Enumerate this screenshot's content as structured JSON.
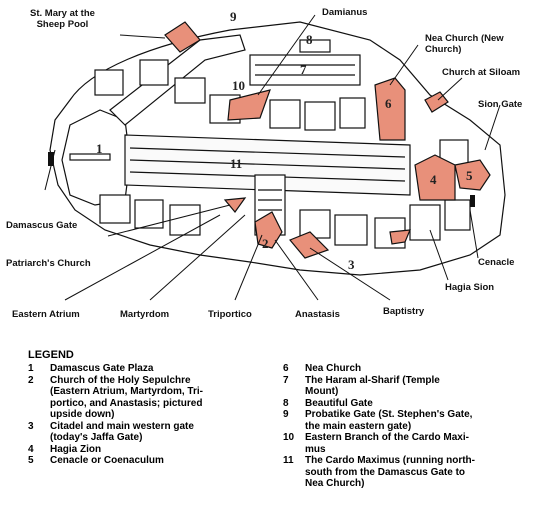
{
  "map_numbers": [
    "1",
    "2",
    "3",
    "4",
    "5",
    "6",
    "7",
    "8",
    "9",
    "10",
    "11"
  ],
  "labels": {
    "st_mary": "St. Mary at the\nSheep Pool",
    "damianus": "Damianus",
    "nea_church": "Nea Church (New\nChurch)",
    "church_siloam": "Church at Siloam",
    "sion_gate": "Sion Gate",
    "damascus_gate": "Damascus Gate",
    "patriarchs_church": "Patriarch's Church",
    "cenacle": "Cenacle",
    "hagia_sion": "Hagia Sion",
    "eastern_atrium": "Eastern Atrium",
    "martyrdom": "Martyrdom",
    "triportico": "Triportico",
    "anastasis": "Anastasis",
    "baptistry": "Baptistry"
  },
  "legend": {
    "title": "LEGEND",
    "left": [
      {
        "n": "1",
        "text": "Damascus Gate Plaza"
      },
      {
        "n": "2",
        "text": "Church of the Holy Sepulchre\n(Eastern Atrium, Martyrdom, Tri-\nportico, and Anastasis; pictured\nupside down)"
      },
      {
        "n": "3",
        "text": "Citadel and main western gate\n(today's Jaffa Gate)"
      },
      {
        "n": "4",
        "text": "Hagia Zion"
      },
      {
        "n": "5",
        "text": "Cenacle or Coenaculum"
      }
    ],
    "right": [
      {
        "n": "6",
        "text": "Nea Church"
      },
      {
        "n": "7",
        "text": "The Haram al-Sharif (Temple\nMount)"
      },
      {
        "n": "8",
        "text": "Beautiful Gate"
      },
      {
        "n": "9",
        "text": "Probatike Gate (St. Stephen's Gate,\nthe main eastern gate)"
      },
      {
        "n": "10",
        "text": "Eastern Branch of the Cardo Maxi-\nmus"
      },
      {
        "n": "11",
        "text": "The Cardo Maximus (running north-\nsouth from the Damascus Gate to\nNea Church)"
      }
    ]
  },
  "colors": {
    "highlight": "#e8907a",
    "ink": "#111111"
  }
}
